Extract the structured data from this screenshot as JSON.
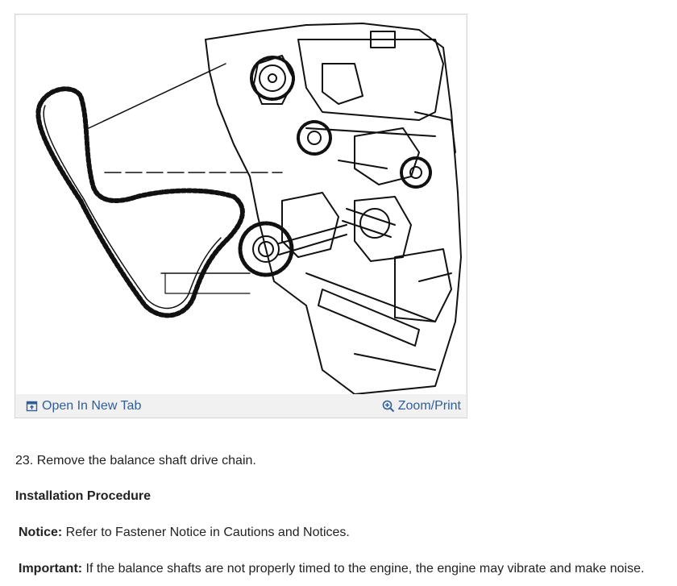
{
  "figure": {
    "open_tab_label": "Open In New Tab",
    "zoom_print_label": "Zoom/Print",
    "open_tab_icon": "open-new-tab-icon",
    "zoom_icon": "magnifier-plus-icon",
    "link_color": "#2f5f9a"
  },
  "steps": {
    "step_23": "23. Remove the balance shaft drive chain."
  },
  "installation": {
    "heading": "Installation Procedure",
    "notice_label": "Notice:",
    "notice_text": " Refer to Fastener Notice in Cautions and Notices.",
    "important_label": "Important:",
    "important_text": " If the balance shafts are not properly timed to the engine, the engine may vibrate and make noise."
  }
}
